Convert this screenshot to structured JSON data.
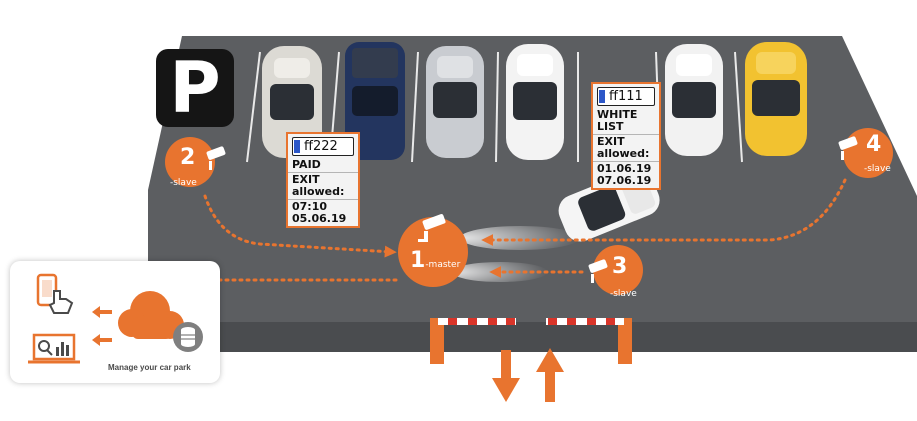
{
  "parking_sign": {
    "letter": "P"
  },
  "nodes": [
    {
      "id": "1",
      "number": "1",
      "role": "-master"
    },
    {
      "id": "2",
      "number": "2",
      "role": "-slave"
    },
    {
      "id": "3",
      "number": "3",
      "role": "-slave"
    },
    {
      "id": "4",
      "number": "4",
      "role": "-slave"
    }
  ],
  "cards": {
    "paid": {
      "plate": "ff222",
      "status": "PAID",
      "exit_line1": "EXIT",
      "exit_line2": "allowed:",
      "time": "07:10",
      "date": "05.06.19"
    },
    "whitelist": {
      "plate": "ff111",
      "status": "WHITE LIST",
      "exit_line1": "EXIT",
      "exit_line2": "allowed:",
      "date_from": "01.06.19",
      "date_to": "07.06.19"
    }
  },
  "management_panel": {
    "caption": "Manage your car park"
  },
  "colors": {
    "accent": "#e8742f",
    "asphalt": "#5c5e61",
    "asphalt_front": "#4a4c4f",
    "sign": "#151515"
  },
  "icons": [
    "camera-icon",
    "phone-touch-icon",
    "cloud-icon",
    "database-icon",
    "laptop-chart-icon",
    "barrier-icon",
    "arrow-icon"
  ]
}
